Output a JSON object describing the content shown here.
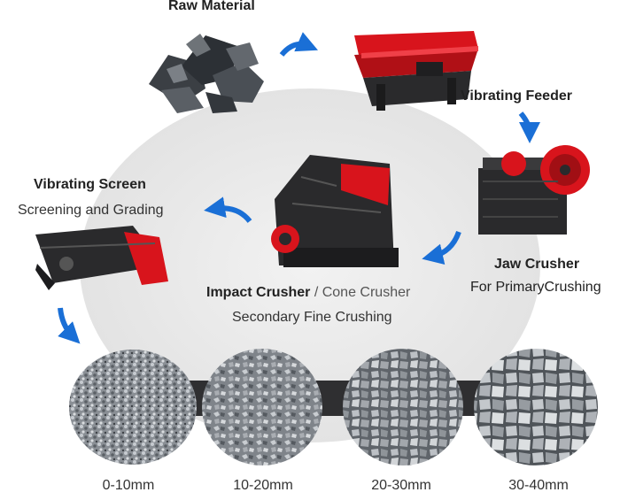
{
  "steps": {
    "raw_material": {
      "title": "Raw Material"
    },
    "vibrating_feeder": {
      "title": "Vibrating Feeder"
    },
    "jaw_crusher": {
      "title": "Jaw Crusher",
      "subtitle": "For PrimaryCrushing"
    },
    "impact_crusher": {
      "title": "Impact Crusher",
      "separator": " / ",
      "alt": "Cone Crusher",
      "subtitle": "Secondary Fine Crushing"
    },
    "vibrating_screen": {
      "title": "Vibrating Screen",
      "subtitle": "Screening and Grading"
    }
  },
  "products": [
    {
      "size": "0-10mm"
    },
    {
      "size": "10-20mm"
    },
    {
      "size": "20-30mm"
    },
    {
      "size": "30-40mm"
    }
  ],
  "colors": {
    "machine_red": "#d8141c",
    "machine_dark": "#2a2a2c",
    "arrow_blue": "#1a6fd6",
    "background_circle": "#ececec",
    "stone": "#7d8288"
  }
}
